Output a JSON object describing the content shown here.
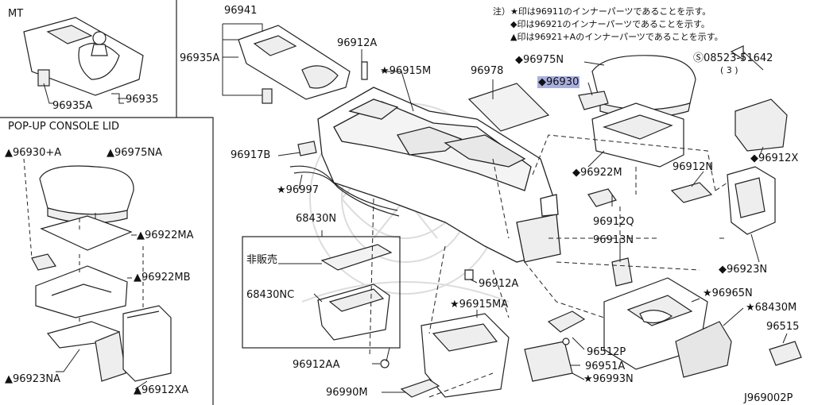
{
  "insets": {
    "mt_title": "MT",
    "popup_title": "POP-UP CONSOLE LID"
  },
  "notes": [
    "注）★印は96911のインナーパーツであることを示す。",
    "◆印は96921のインナーパーツであることを示す。",
    "▲印は96921+Aのインナーパーツであることを示す。"
  ],
  "part_labels": {
    "p96941": "96941",
    "p96935A_top": "96935A",
    "p96912A_top": "96912A",
    "p96915M": "★96915M",
    "p96978": "96978",
    "p96975N": "◆96975N",
    "p08523": "Ⓢ08523-51642",
    "p08523_qty": "( 3 )",
    "p96930": "◆96930",
    "p96935A_mt": "96935A",
    "p96935_mt": "96935",
    "p96930A": "▲96930+A",
    "p96975NA": "▲96975NA",
    "p96922MA": "▲96922MA",
    "p96922MB": "▲96922MB",
    "p96923NA": "▲96923NA",
    "p96912XA": "▲96912XA",
    "p96917B": "96917B",
    "p96997": "★96997",
    "p96922M": "◆96922M",
    "p96912N": "96912N",
    "p96912X": "◆96912X",
    "p96912Q": "96912Q",
    "p96913N": "96913N",
    "p96923N": "◆96923N",
    "p68430N": "68430N",
    "p_hihanbai": "非販売",
    "p68430NC": "68430NC",
    "p96912AA": "96912AA",
    "p96912A_mid": "96912A",
    "p96915MA": "★96915MA",
    "p96965N": "★96965N",
    "p68430M": "★68430M",
    "p96515": "96515",
    "p96512P": "96512P",
    "p96951A": "96951A",
    "p96993N": "★96993N",
    "p96990M": "96990M",
    "p_code": "J969002P"
  },
  "colors": {
    "line": "#222222",
    "highlight": "#a9b0e0",
    "watermark": "#d7d7d7",
    "shade": "#e8e8e8"
  }
}
